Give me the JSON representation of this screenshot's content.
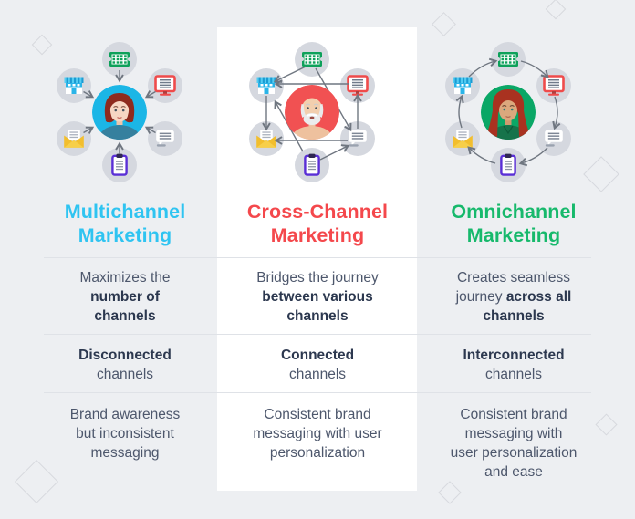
{
  "infographic": {
    "kind": "marketing-channel-comparison",
    "channel_icons": [
      "ticket",
      "storefront",
      "monitor",
      "email",
      "message",
      "clipboard"
    ],
    "columns": [
      {
        "key": "multichannel",
        "title": [
          "Multichannel",
          "Marketing"
        ],
        "accent": "#2fc4f1",
        "persona": "woman-short-red-hair-on-cyan-circle",
        "arrow_flow": "all channels point inward to customer",
        "rows": [
          [
            [
              {
                "t": "Maximizes the",
                "b": false
              }
            ],
            [
              {
                "t": "number of",
                "b": true
              }
            ],
            [
              {
                "t": "channels",
                "b": true
              }
            ]
          ],
          [
            [
              {
                "t": "Disconnected",
                "b": true
              }
            ],
            [
              {
                "t": "channels",
                "b": false
              }
            ]
          ],
          [
            [
              {
                "t": "Brand awareness",
                "b": false
              }
            ],
            [
              {
                "t": "but inconsistent",
                "b": false
              }
            ],
            [
              {
                "t": "messaging",
                "b": false
              }
            ]
          ]
        ]
      },
      {
        "key": "cross-channel",
        "title": [
          "Cross-Channel",
          "Marketing"
        ],
        "accent": "#f4484c",
        "persona": "older-man-white-beard-on-red-circle",
        "arrow_flow": "arrows crisscross between channels",
        "rows": [
          [
            [
              {
                "t": "Bridges the journey",
                "b": false
              }
            ],
            [
              {
                "t": "between various",
                "b": true
              }
            ],
            [
              {
                "t": "channels",
                "b": true
              }
            ]
          ],
          [
            [
              {
                "t": "Connected",
                "b": true
              }
            ],
            [
              {
                "t": "channels",
                "b": false
              }
            ]
          ],
          [
            [
              {
                "t": "Consistent brand",
                "b": false
              }
            ],
            [
              {
                "t": "messaging with user",
                "b": false
              }
            ],
            [
              {
                "t": "personalization",
                "b": false
              }
            ]
          ]
        ]
      },
      {
        "key": "omnichannel",
        "title": [
          "Omnichannel",
          "Marketing"
        ],
        "accent": "#17b96c",
        "persona": "woman-long-red-hair-on-green-circle",
        "arrow_flow": "arrows cycle clockwise through all channels",
        "rows": [
          [
            [
              {
                "t": "Creates seamless",
                "b": false
              }
            ],
            [
              {
                "t": "journey ",
                "b": false
              },
              {
                "t": "across all",
                "b": true
              }
            ],
            [
              {
                "t": "channels",
                "b": true
              }
            ]
          ],
          [
            [
              {
                "t": "Interconnected",
                "b": true
              }
            ],
            [
              {
                "t": "channels",
                "b": false
              }
            ]
          ],
          [
            [
              {
                "t": "Consistent brand",
                "b": false
              }
            ],
            [
              {
                "t": "messaging with",
                "b": false
              }
            ],
            [
              {
                "t": "user personalization",
                "b": false
              }
            ],
            [
              {
                "t": "and ease",
                "b": false
              }
            ]
          ]
        ]
      }
    ]
  }
}
